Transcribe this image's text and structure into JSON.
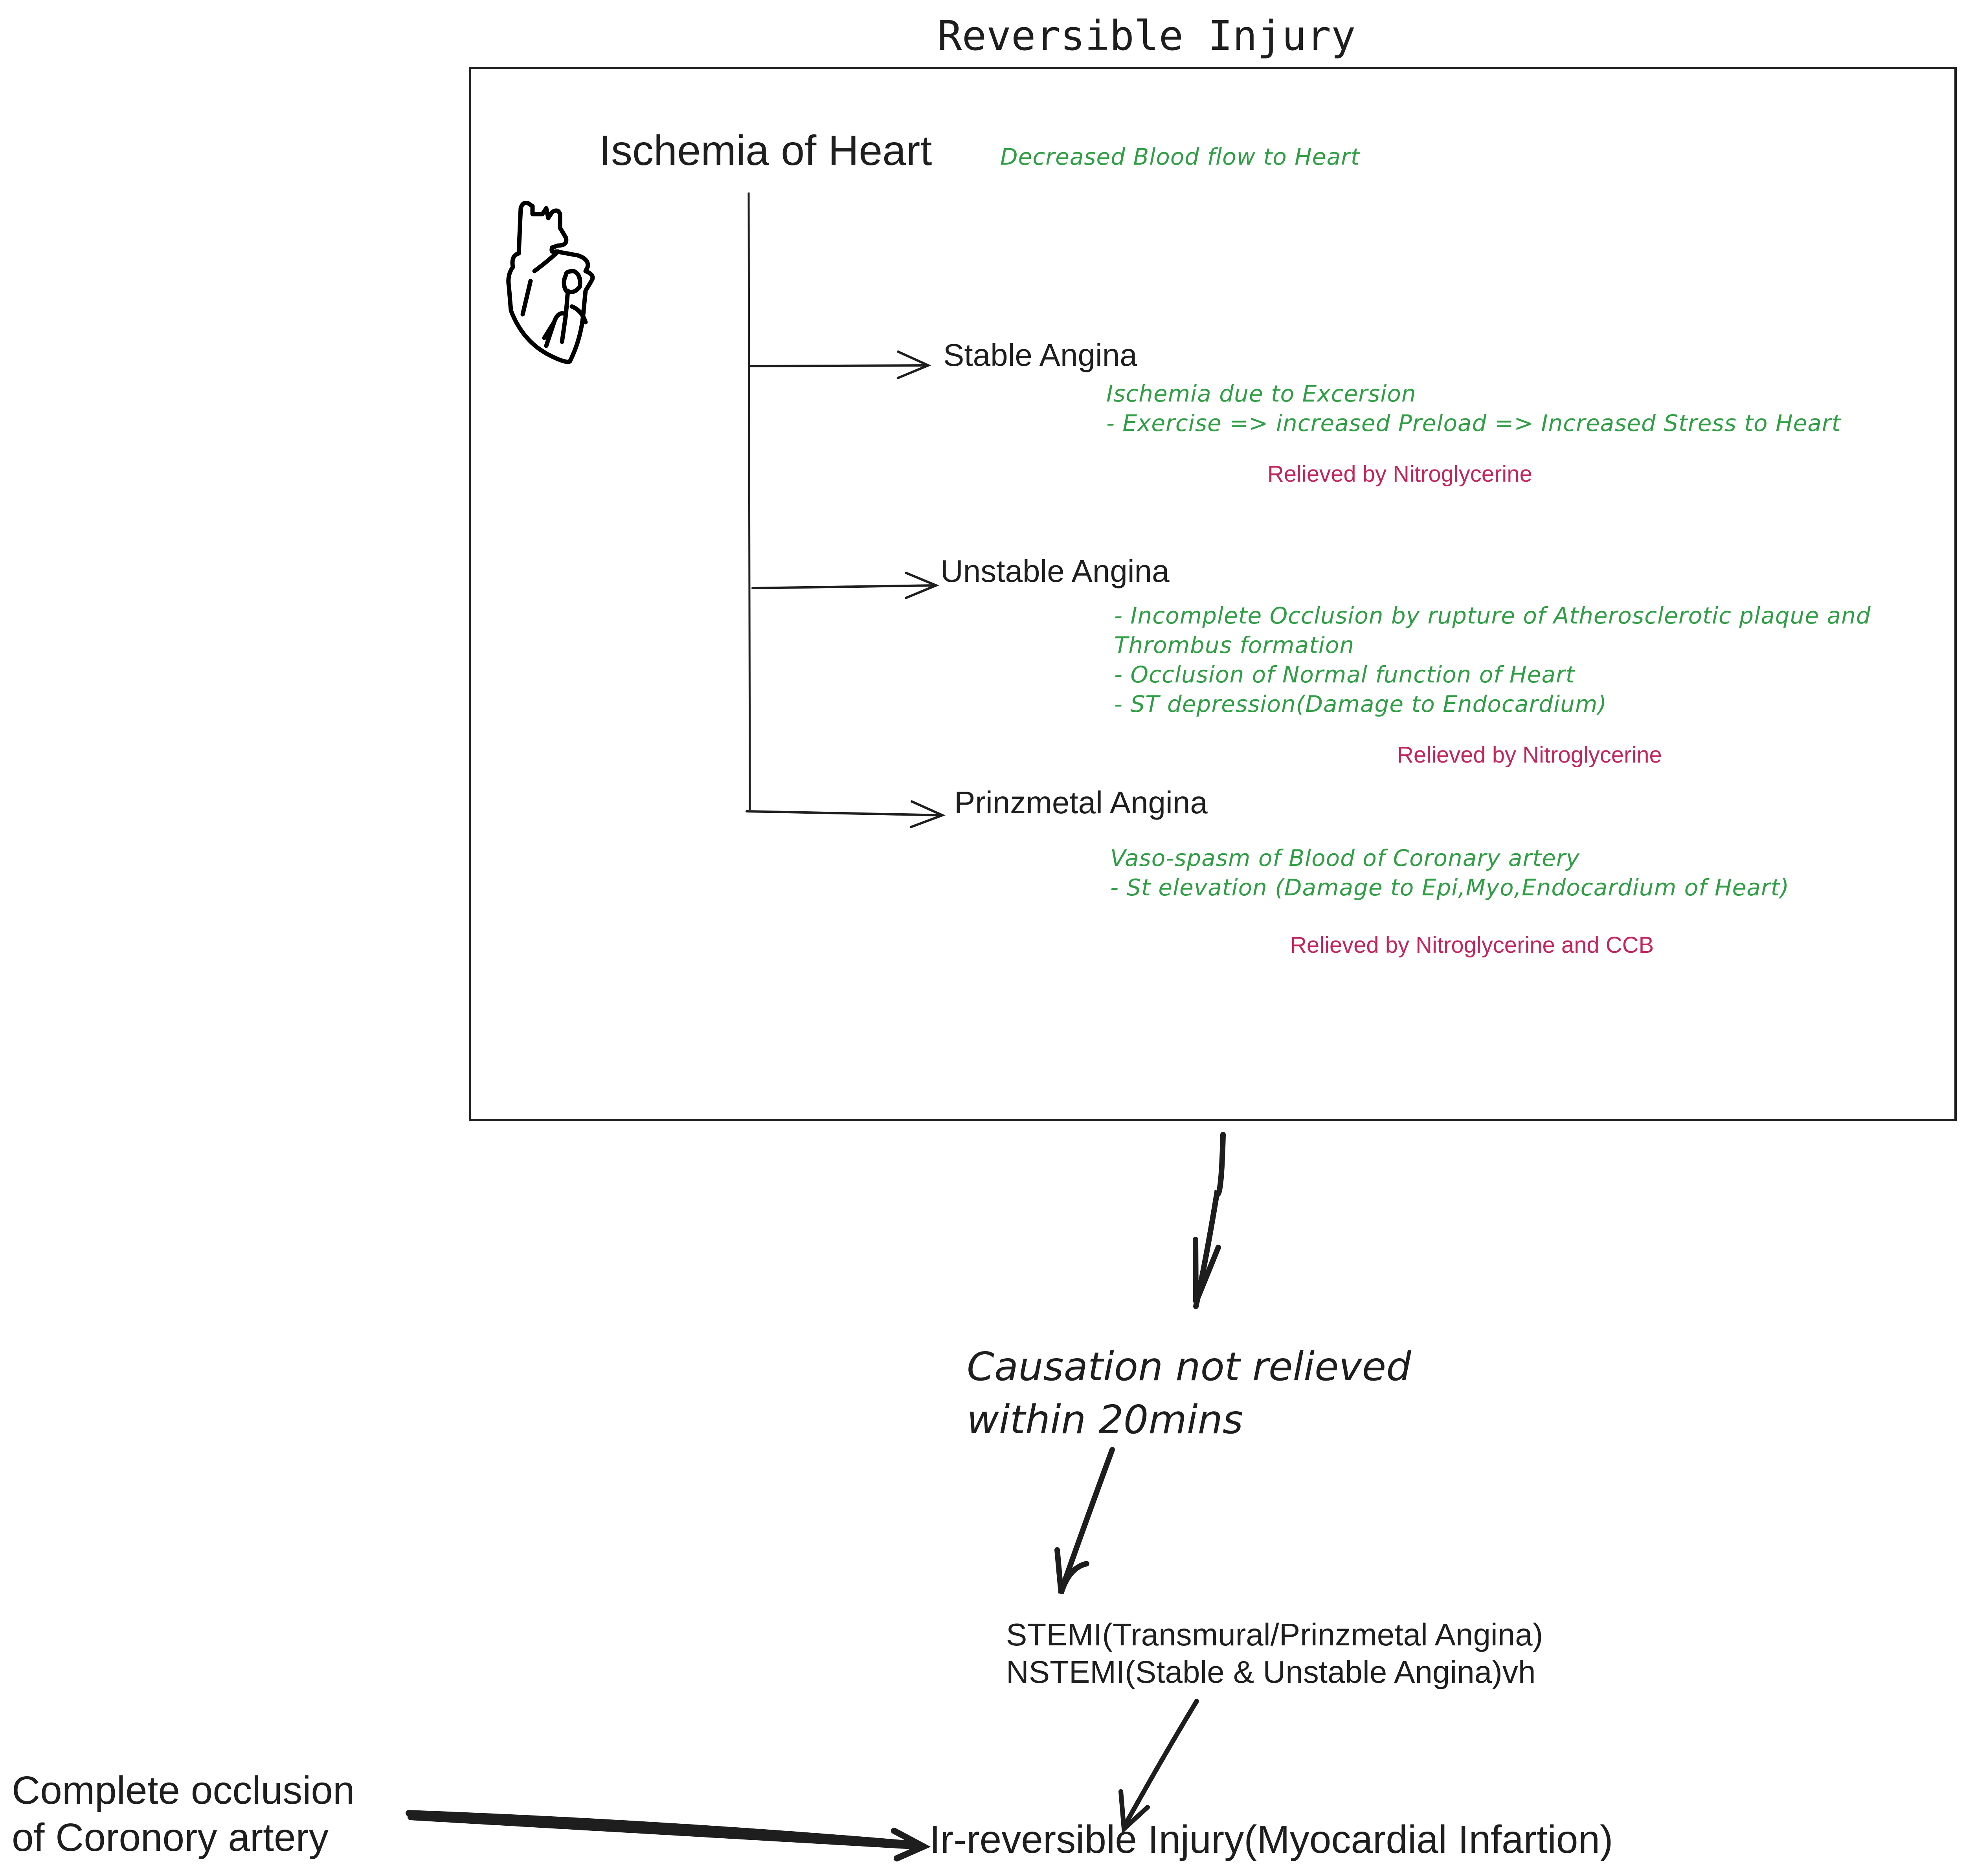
{
  "title": "Reversible Injury",
  "reversible_box": {
    "heading": "Ischemia of Heart",
    "heading_note": "Decreased Blood flow to Heart",
    "icon": "heart-icon",
    "branches": [
      {
        "label": "Stable Angina",
        "notes": [
          "Ischemia due to Excersion",
          "- Exercise => increased Preload => Increased Stress to Heart"
        ],
        "relief": "Relieved by Nitroglycerine"
      },
      {
        "label": "Unstable Angina",
        "notes": [
          "- Incomplete Occlusion by rupture of  Atherosclerotic plaque and",
          "Thrombus formation",
          "- Occlusion of Normal function of Heart",
          "- ST depression(Damage to Endocardium)"
        ],
        "relief": "Relieved by Nitroglycerine"
      },
      {
        "label": "Prinzmetal Angina",
        "notes": [
          "Vaso-spasm of Blood of Coronary artery",
          "- St elevation (Damage to Epi,Myo,Endocardium of Heart)"
        ],
        "relief": "Relieved by Nitroglycerine and CCB"
      }
    ]
  },
  "causation": {
    "lines": [
      "Causation not relieved",
      "within 20mins"
    ]
  },
  "mi_types": {
    "lines": [
      "STEMI(Transmural/Prinzmetal Angina)",
      "NSTEMI(Stable & Unstable Angina)vh"
    ]
  },
  "complete_occlusion": {
    "lines": [
      "Complete occlusion",
      "of Coronory artery"
    ]
  },
  "irreversible": "Ir-reversible Injury(Myocardial Infartion)",
  "colors": {
    "ink": "#1e1e1e",
    "note_green": "#2f9e44",
    "relief_red": "#c2255c"
  }
}
